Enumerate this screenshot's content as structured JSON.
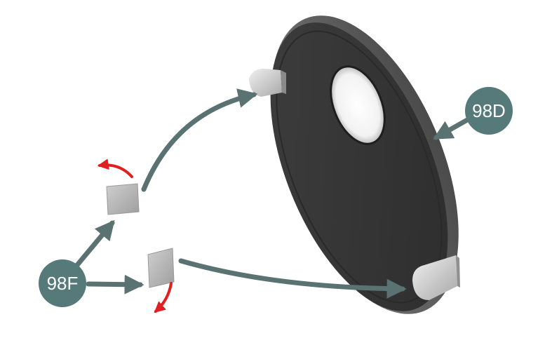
{
  "labels": {
    "part_d": "98D",
    "part_f": "98F"
  },
  "colors": {
    "callout": "#557a79",
    "arrow_gray": "#5b7272",
    "arrow_red": "#e02020",
    "disc_dark": "#353535",
    "disc_rim": "#6a6a6a",
    "pad_gray": "#b8b8b8",
    "background": "#ffffff"
  },
  "icons": {
    "disc": "round-dark-disc-part",
    "tab": "metal-clip-tab",
    "pad": "adhesive-pad",
    "peel": "peel-off-curved-arrow"
  }
}
